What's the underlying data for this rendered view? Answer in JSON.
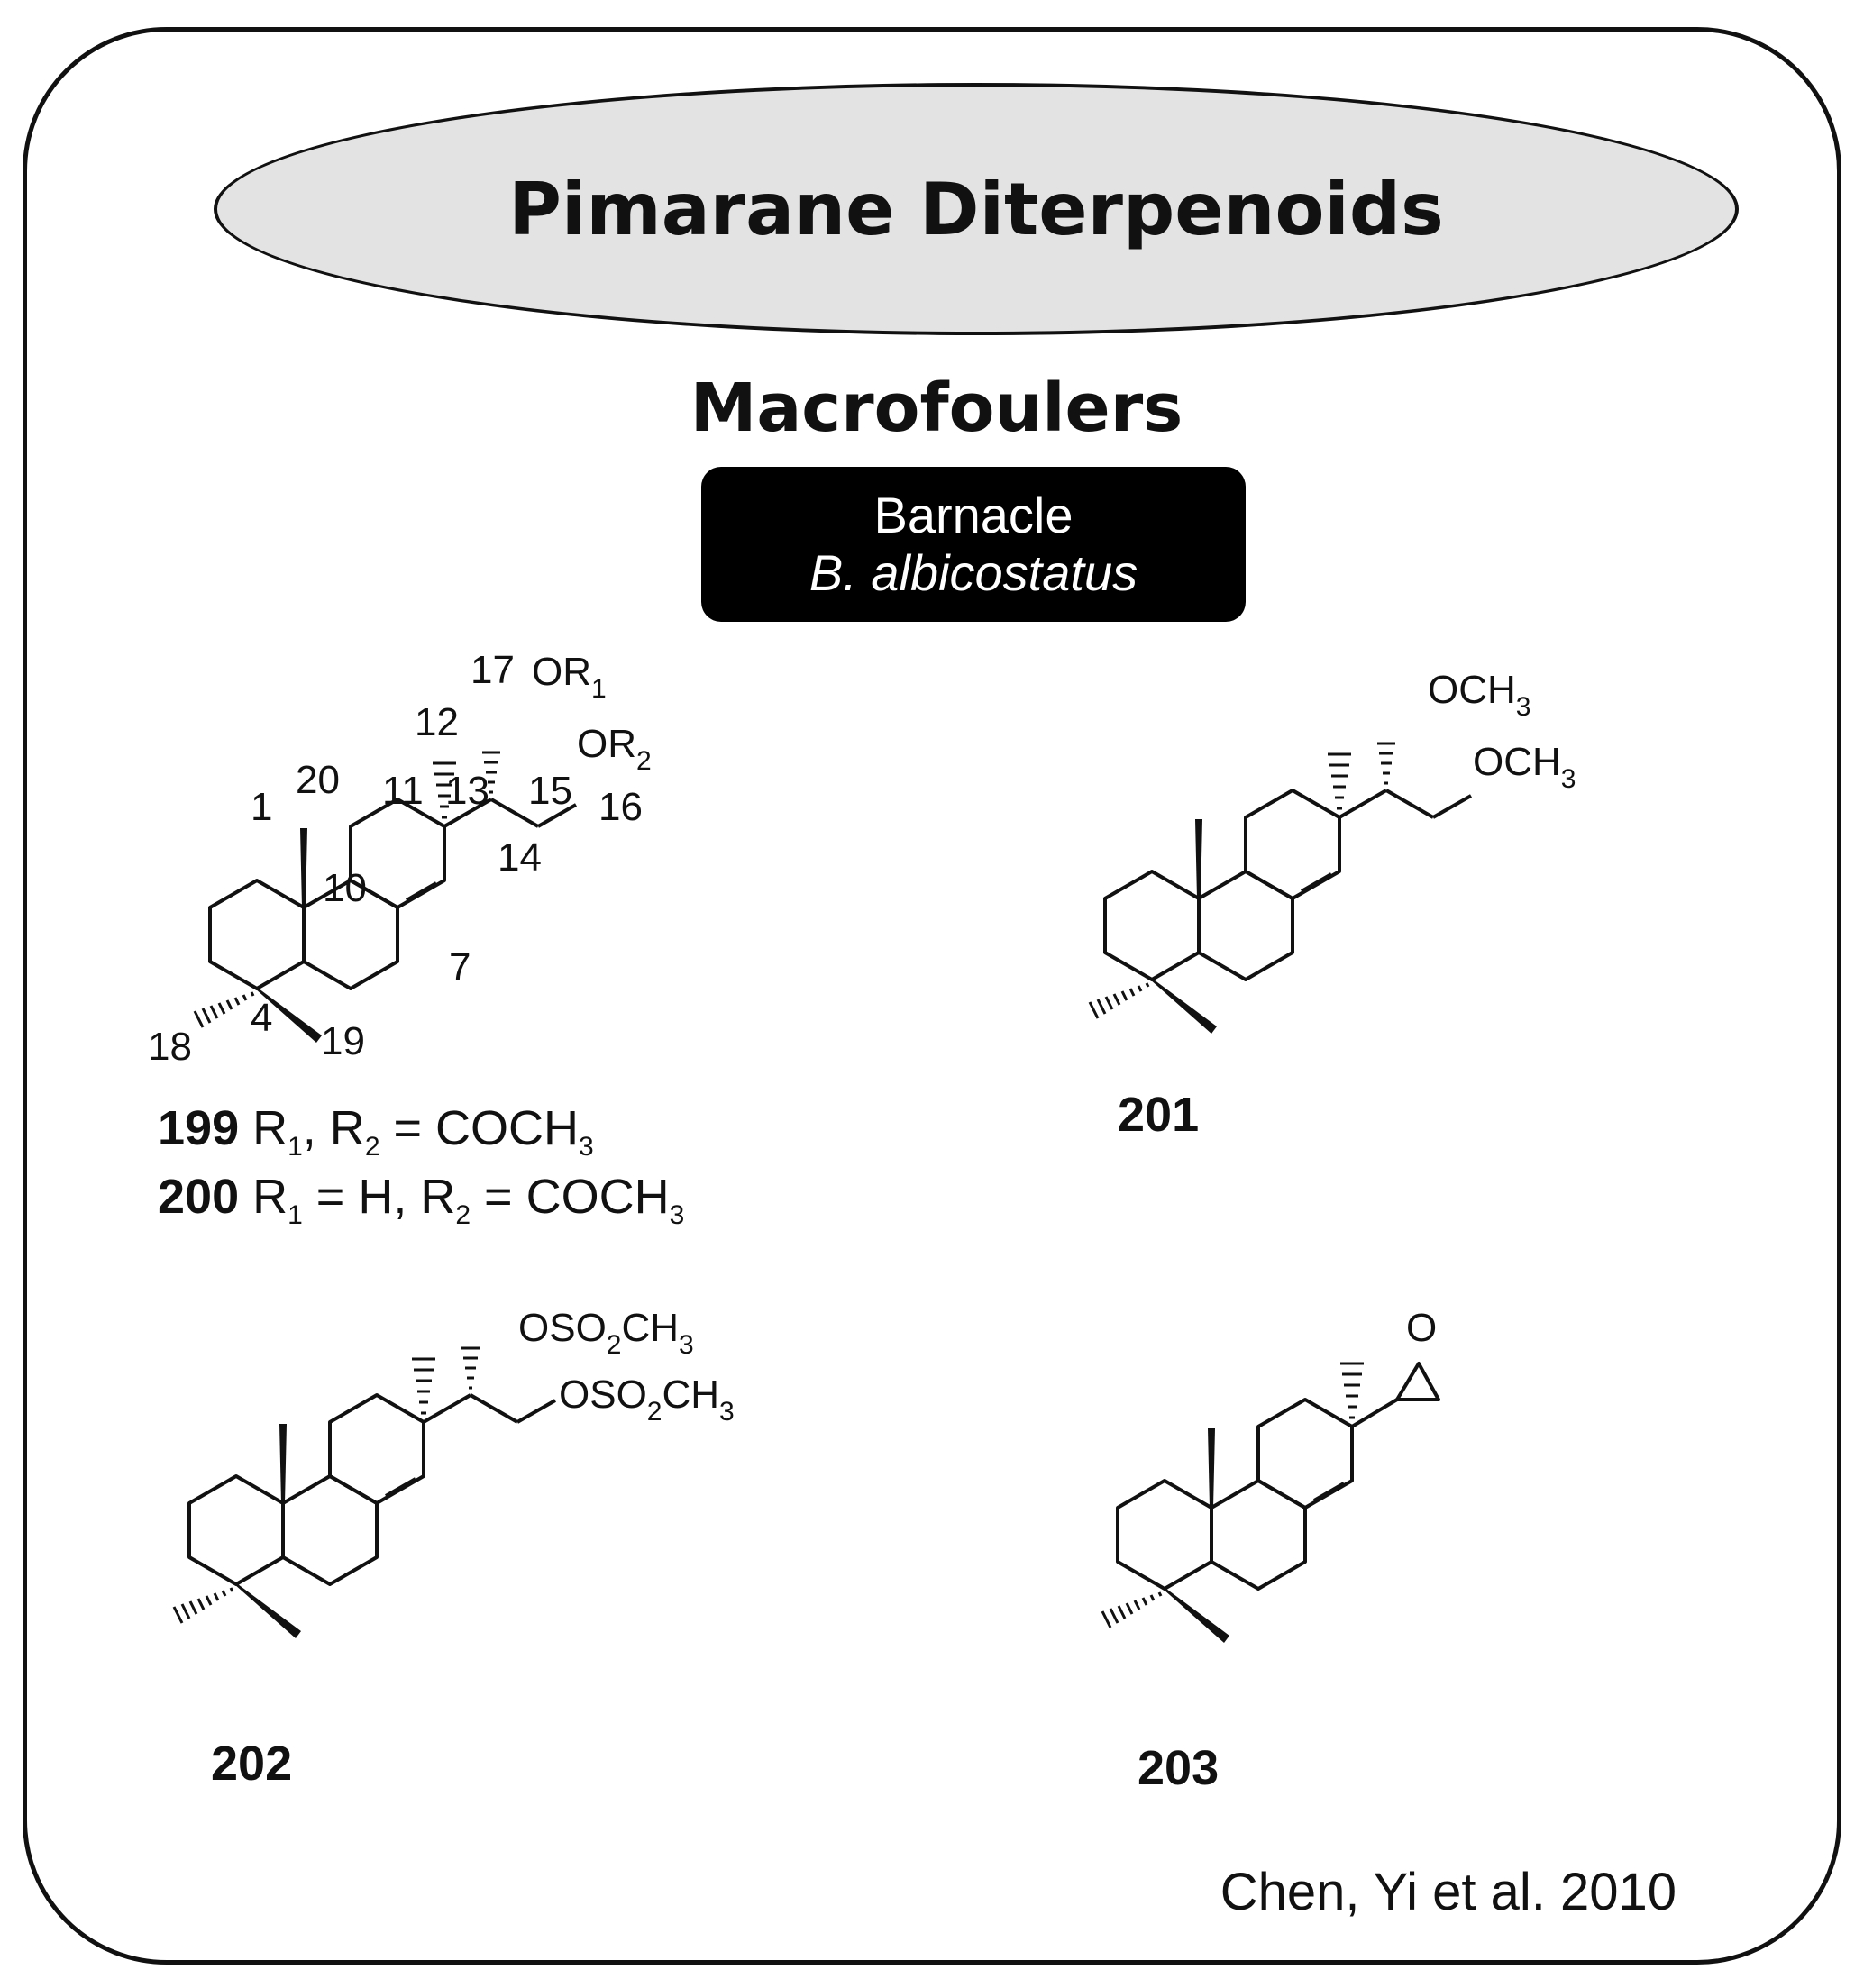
{
  "title": "Pimarane Diterpenoids",
  "subtitle": "Macrofoulers",
  "organism": {
    "common_name": "Barnacle",
    "species": "B. albicostatus"
  },
  "citation": "Chen, Yi et al. 2010",
  "structures": [
    {
      "id": "199-200",
      "numbering": [
        "1",
        "4",
        "7",
        "10",
        "11",
        "12",
        "13",
        "14",
        "15",
        "16",
        "17",
        "18",
        "19",
        "20"
      ],
      "substituents": {
        "oh15_prefix": "OR",
        "oh15_sub": "1",
        "oh16_prefix": "OR",
        "oh16_sub": "2"
      },
      "captions": [
        {
          "num": "199",
          "text_a": " R",
          "sub_a": "1",
          "text_b": ", R",
          "sub_b": "2",
          "text_c": " = COCH",
          "sub_c": "3"
        },
        {
          "num": "200",
          "text_a": " R",
          "sub_a": "1",
          "text_b": " = H, R",
          "sub_b": "2",
          "text_c": " = COCH",
          "sub_c": "3"
        }
      ]
    },
    {
      "id": "201",
      "label": "201",
      "substituents": {
        "g15_prefix": "OCH",
        "g15_sub": "3",
        "g16_prefix": "OCH",
        "g16_sub": "3"
      }
    },
    {
      "id": "202",
      "label": "202",
      "substituents": {
        "g15_prefix": "OSO",
        "g15_sub": "2",
        "g15_suffix": "CH",
        "g15_sub2": "3",
        "g16_prefix": "OSO",
        "g16_sub": "2",
        "g16_suffix": "CH",
        "g16_sub2": "3"
      }
    },
    {
      "id": "203",
      "label": "203",
      "substituents": {
        "epoxide_o": "O"
      }
    }
  ]
}
